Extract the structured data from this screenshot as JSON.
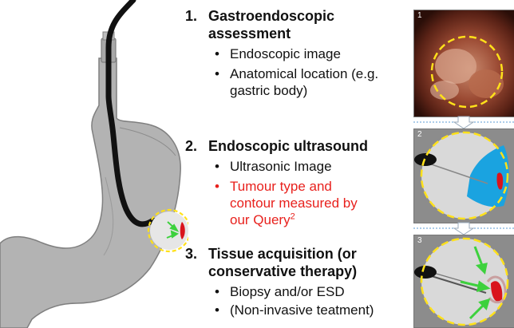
{
  "steps": [
    {
      "number": "1.",
      "title_lines": [
        "Gastroendoscopic",
        "assessment"
      ],
      "bullets": [
        {
          "lines": [
            "Endoscopic image"
          ],
          "highlight": false
        },
        {
          "lines": [
            "Anatomical location (e.g.",
            "gastric body)"
          ],
          "highlight": false
        }
      ]
    },
    {
      "number": "2.",
      "title_lines": [
        "Endoscopic ultrasound"
      ],
      "bullets": [
        {
          "lines": [
            "Ultrasonic Image"
          ],
          "highlight": false
        },
        {
          "lines": [
            "Tumour type and",
            "contour measured by",
            "our Query"
          ],
          "superscript": "2",
          "highlight": true
        }
      ]
    },
    {
      "number": "3.",
      "title_lines": [
        "Tissue acquisition (or",
        "conservative therapy)"
      ],
      "bullets": [
        {
          "lines": [
            "Biopsy and/or ESD"
          ],
          "highlight": false
        },
        {
          "lines": [
            "(Non-invasive teatment)"
          ],
          "highlight": false
        }
      ]
    }
  ],
  "panels": [
    {
      "label": "1",
      "kind": "endoscopic-image"
    },
    {
      "label": "2",
      "kind": "ultrasound-image"
    },
    {
      "label": "3",
      "kind": "tissue-acquisition-image"
    }
  ],
  "colors": {
    "highlight_text": "#e8211d",
    "dashed_circle": "#ffe11a",
    "tumour": "#d9141c",
    "ultrasound": "#1aa3e0",
    "arrows": "#3dd13d",
    "stomach": "#b3b3b3",
    "endoscope": "#111111"
  }
}
